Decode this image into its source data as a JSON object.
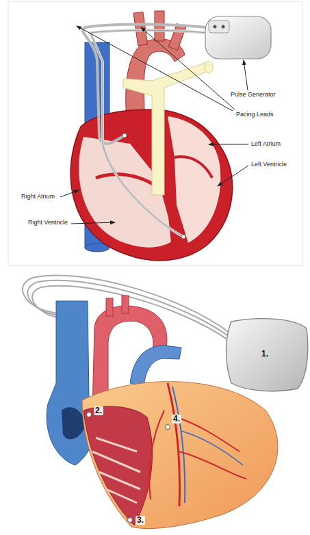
{
  "diagram": {
    "labels": [
      "Pulse Generator",
      "Pacing Leads",
      "Left Atrium",
      "Left Ventricle",
      "Right Atrium",
      "Right Ventricle",
      "1.",
      "2.",
      "3.",
      "4."
    ]
  }
}
